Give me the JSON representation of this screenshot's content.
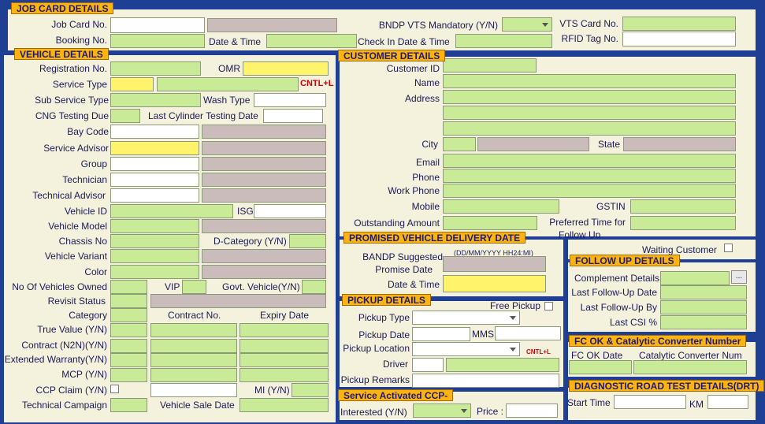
{
  "job_card": {
    "header": "JOB CARD DETAILS",
    "job_card_no": "Job Card No.",
    "booking_no": "Booking No.",
    "date_time": "Date & Time",
    "bndp_vts": "BNDP VTS Mandatory (Y/N)",
    "vts_card": "VTS Card No.",
    "check_in": "Check In Date & Time",
    "rfid": "RFID Tag No."
  },
  "vehicle": {
    "header": "VEHICLE DETAILS",
    "registration": "Registration No.",
    "omr": "OMR",
    "service_type": "Service Type",
    "cntl": "CNTL+L",
    "sub_service_type": "Sub Service Type",
    "wash_type": "Wash Type",
    "cng_due": "CNG Testing Due",
    "last_cylinder": "Last Cylinder Testing Date",
    "bay_code": "Bay Code",
    "service_advisor": "Service Advisor",
    "group": "Group",
    "technician": "Technician",
    "technical_advisor": "Technical Advisor",
    "vehicle_id": "Vehicle ID",
    "isg": "ISG",
    "vehicle_model": "Vehicle Model",
    "chassis_no": "Chassis No",
    "d_category": "D-Category (Y/N)",
    "vehicle_variant": "Vehicle Variant",
    "color": "Color",
    "no_vehicles_owned": "No Of Vehicles Owned",
    "vip": "VIP",
    "govt_vehicle": "Govt. Vehicle(Y/N)",
    "revisit": "Revisit Status",
    "category": "Category",
    "contract_no": "Contract No.",
    "expiry_date": "Expiry Date",
    "true_value": "True Value (Y/N)",
    "contract_n2n": "Contract (N2N)(Y/N)",
    "extended_warranty": "Extended Warranty(Y/N)",
    "mcp": "MCP (Y/N)",
    "ccp_claim": "CCP Claim (Y/N)",
    "mi": "MI (Y/N)",
    "technical_campaign": "Technical Campaign",
    "vehicle_sale_date": "Vehicle Sale Date"
  },
  "customer": {
    "header": "CUSTOMER DETAILS",
    "customer_id": "Customer ID",
    "name": "Name",
    "address": "Address",
    "city": "City",
    "state": "State",
    "email": "Email",
    "phone": "Phone",
    "work_phone": "Work Phone",
    "mobile": "Mobile",
    "gstin": "GSTIN",
    "outstanding": "Outstanding Amount",
    "preferred_time_1": "Preferred Time for",
    "preferred_time_2": "Follow Up"
  },
  "promised": {
    "header": "PROMISED VEHICLE DELIVERY DATE",
    "format": "(DD/MM/YYYY HH24:MI)",
    "bandp_1": "BANDP Suggested",
    "bandp_2": "Promise Date",
    "date_time": "Date & Time"
  },
  "waiting": {
    "label": "Waiting Customer"
  },
  "pickup": {
    "header": "PICKUP DETAILS",
    "free_pickup": "Free Pickup",
    "pickup_type": "Pickup Type",
    "pickup_date": "Pickup Date",
    "mms": "MMS",
    "pickup_location": "Pickup Location",
    "cntl": "CNTL+L",
    "driver": "Driver",
    "remarks": "Pickup Remarks"
  },
  "ccp": {
    "header": "Service Activated CCP-",
    "interested": "Interested (Y/N)",
    "price": "Price :"
  },
  "followup": {
    "header": "FOLLOW UP  DETAILS",
    "complement": "Complement Details",
    "ellipsis": "...",
    "last_date": "Last Follow-Up Date",
    "last_by": "Last Follow-Up By",
    "last_csi": "Last CSI %"
  },
  "fc": {
    "header": "FC OK & Catalytic Converter Number",
    "fc_date": "FC OK Date",
    "cat_num": "Catalytic Converter Num"
  },
  "drt": {
    "header": "DIAGNOSTIC ROAD TEST DETAILS(DRT)",
    "start_time": "Start Time",
    "km": "KM"
  }
}
